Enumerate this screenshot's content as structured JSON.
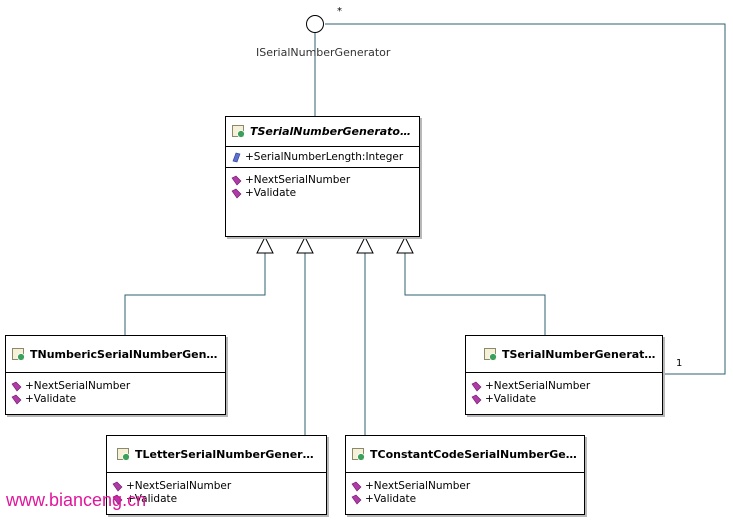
{
  "interface": {
    "name": "ISerialNumberGenerator"
  },
  "multiplicities": {
    "many": "*",
    "one": "1"
  },
  "classes": {
    "base": {
      "name": "TSerialNumberGeneratorBase",
      "attribute": "+SerialNumberLength:Integer",
      "methods": [
        "+NextSerialNumber",
        "+Validate"
      ]
    },
    "numeric": {
      "name": "TNumbericSerialNumberGenerat...",
      "methods": [
        "+NextSerialNumber",
        "+Validate"
      ]
    },
    "serial": {
      "name": "TSerialNumberGenerator",
      "methods": [
        "+NextSerialNumber",
        "+Validate"
      ]
    },
    "letter": {
      "name": "TLetterSerialNumberGenerator",
      "methods": [
        "+NextSerialNumber",
        "+Validate"
      ]
    },
    "constant": {
      "name": "TConstantCodeSerialNumberGenera...",
      "methods": [
        "+NextSerialNumber",
        "+Validate"
      ]
    }
  },
  "watermark": "www.bianceng.cn",
  "colors": {
    "connector": "#2f5f6f",
    "method_icon": "#b03aa8",
    "attribute_icon": "#5b6fd0",
    "watermark": "#e0179b"
  },
  "icons": {
    "class": "class-icon",
    "method": "method-icon",
    "attribute": "attribute-icon",
    "interface": "lollipop-icon"
  }
}
